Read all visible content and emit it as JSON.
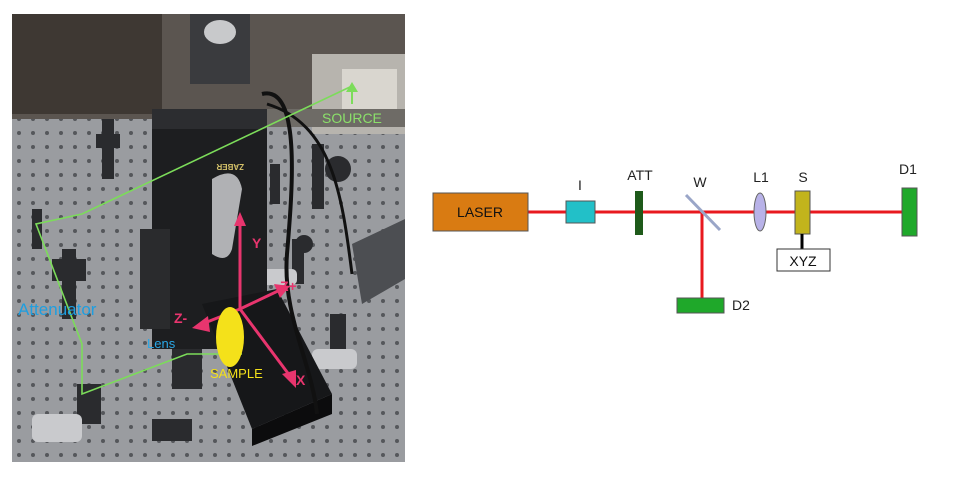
{
  "photo": {
    "labels": {
      "source": "SOURCE",
      "attenuator": "Attenuator",
      "lens": "Lens",
      "sample": "SAMPLE",
      "axis_y": "Y",
      "axis_z_plus": "Z+",
      "axis_z_minus": "Z-",
      "axis_x": "X",
      "stage_brand": "ZABER"
    },
    "colors": {
      "beam": "#7cdc5a",
      "source_label": "#8be06a",
      "attenuator_label": "#1e9ee0",
      "lens_label": "#2aa7e6",
      "axes": "#e8356e",
      "sample_ellipse": "#f4e11a",
      "sample_label": "#f4e11a"
    }
  },
  "schematic": {
    "colors": {
      "beam": "#e8191f",
      "laser": "#d97b12",
      "iris": "#22c0c8",
      "attenuator": "#1e5a1a",
      "window": "#9aa6c8",
      "lens": "#b8b2e8",
      "sample": "#c2b41c",
      "detector": "#1fa82a",
      "xyz_stage": "#ffffff"
    },
    "components": {
      "laser": "LASER",
      "iris": "I",
      "attenuator": "ATT",
      "window": "W",
      "lens": "L1",
      "sample": "S",
      "stage": "XYZ",
      "detector1": "D1",
      "detector2": "D2"
    }
  }
}
